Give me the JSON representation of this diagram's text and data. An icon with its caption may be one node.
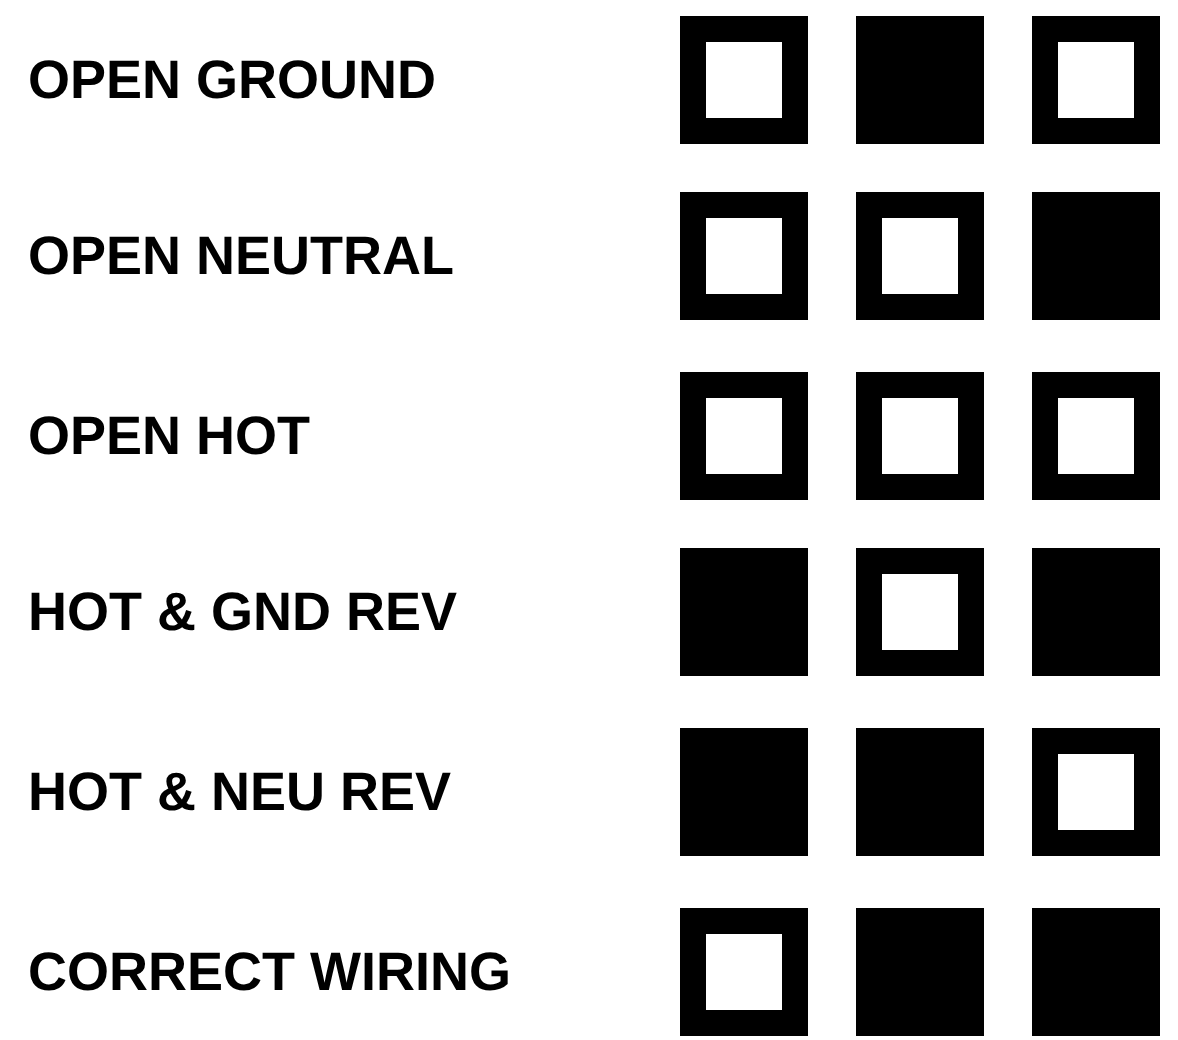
{
  "diagram": {
    "nodes": [
      {
        "text": [],
        "shape": "square"
      },
      {
        "text": [],
        "shape": "block"
      },
      {
        "text": [],
        "shape": "square"
      },
      {
        "text": [],
        "shape": "square"
      },
      {
        "text": [],
        "shape": "square"
      },
      {
        "text": [],
        "shape": "block"
      },
      {
        "text": [],
        "shape": "square"
      },
      {
        "text": [],
        "shape": "square"
      },
      {
        "text": [],
        "shape": "square"
      },
      {
        "text": [],
        "shape": "block"
      },
      {
        "text": [],
        "shape": "square"
      },
      {
        "text": [],
        "shape": "block"
      },
      {
        "text": [],
        "shape": "block"
      },
      {
        "text": [],
        "shape": "block"
      },
      {
        "text": [],
        "shape": "square"
      },
      {
        "text": [],
        "shape": "square"
      },
      {
        "text": [],
        "shape": "block"
      },
      {
        "text": [],
        "shape": "block"
      }
    ],
    "labels": [
      "OPEN GROUND",
      "OPEN NEUTRAL",
      "OPEN HOT",
      "HOT & GND REV",
      "HOT & NEU REV",
      "CORRECT WIRING"
    ]
  }
}
